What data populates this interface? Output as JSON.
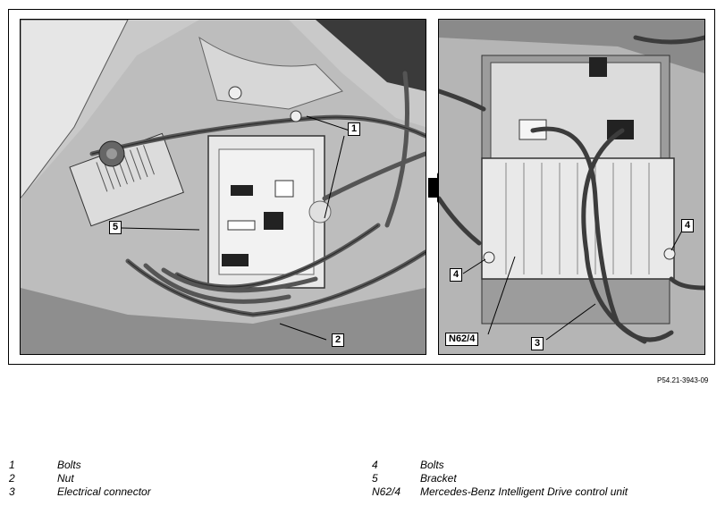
{
  "callouts": {
    "c1": "1",
    "c2": "2",
    "c3": "3",
    "c4a": "4",
    "c4b": "4",
    "c5": "5",
    "cn62": "N62/4"
  },
  "reference": "P54.21-3943-09",
  "legend_left": [
    {
      "num": "1",
      "text": "Bolts"
    },
    {
      "num": "2",
      "text": "Nut"
    },
    {
      "num": "3",
      "text": "Electrical connector"
    }
  ],
  "legend_right": [
    {
      "num": "4",
      "text": "Bolts"
    },
    {
      "num": "5",
      "text": "Bracket"
    },
    {
      "num": "N62/4",
      "text": "Mercedes-Benz Intelligent Drive control unit"
    }
  ]
}
